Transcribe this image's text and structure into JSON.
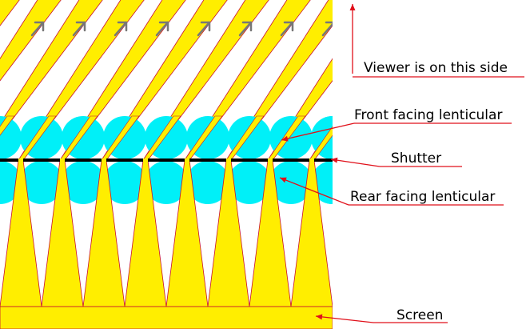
{
  "labels": {
    "viewer": "Viewer is on this side",
    "front_lenticular": "Front facing lenticular",
    "shutter": "Shutter",
    "rear_lenticular": "Rear facing lenticular",
    "screen": "Screen"
  },
  "colors": {
    "beam": "#ffee00",
    "beam_edge": "#c8102e",
    "lens": "#00f0f8",
    "shutter": "#000000",
    "arrow": "#777777",
    "annotation": "#e0101a",
    "background": "#ffffff"
  },
  "icons": {
    "direction_arrows": "arrow-up-right-icon"
  }
}
